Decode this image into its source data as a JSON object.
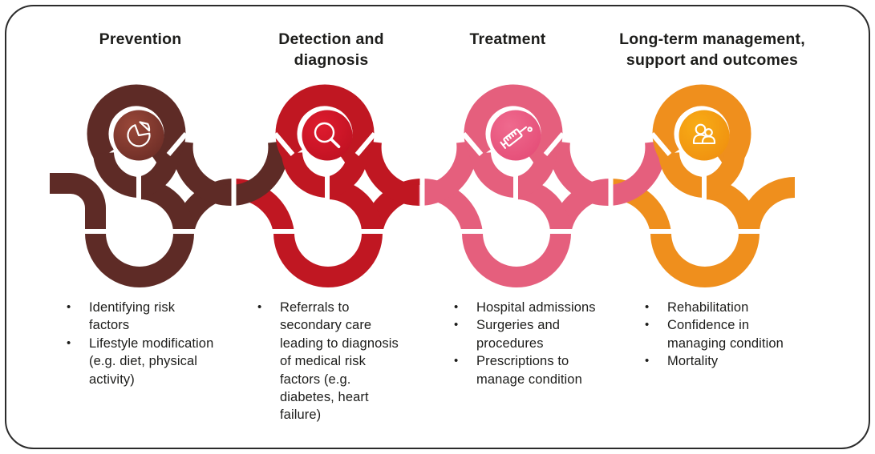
{
  "figure": {
    "description": "Patient pathway infographic with four serpentine road stages",
    "stages": [
      {
        "id": "prevention",
        "title": "Prevention",
        "color": "#5E2B26",
        "disc_color": "#8D4035",
        "icon": "pie-chart-icon",
        "bullets": [
          "Identifying risk\nfactors",
          "Lifestyle modification\n(e.g. diet, physical\nactivity)"
        ]
      },
      {
        "id": "detection-and-diagnosis",
        "title": "Detection and\ndiagnosis",
        "color": "#C01722",
        "disc_color": "#CE1326",
        "icon": "magnifier-icon",
        "bullets": [
          "Referrals to\nsecondary care\nleading to diagnosis\nof medical risk\nfactors (e.g.\ndiabetes, heart\nfailure)"
        ]
      },
      {
        "id": "treatment",
        "title": "Treatment",
        "color": "#E55F7D",
        "disc_color": "#E8537C",
        "icon": "syringe-icon",
        "bullets": [
          "Hospital admissions",
          "Surgeries and\nprocedures",
          "Prescriptions to\nmanage condition"
        ]
      },
      {
        "id": "long-term-management",
        "title": "Long-term management,\nsupport and outcomes",
        "color": "#EF8F1D",
        "disc_color": "#F6A816",
        "icon": "people-icon",
        "bullets": [
          "Rehabilitation",
          "Confidence in\nmanaging condition",
          "Mortality"
        ]
      }
    ],
    "bullet_glyph": "•"
  }
}
